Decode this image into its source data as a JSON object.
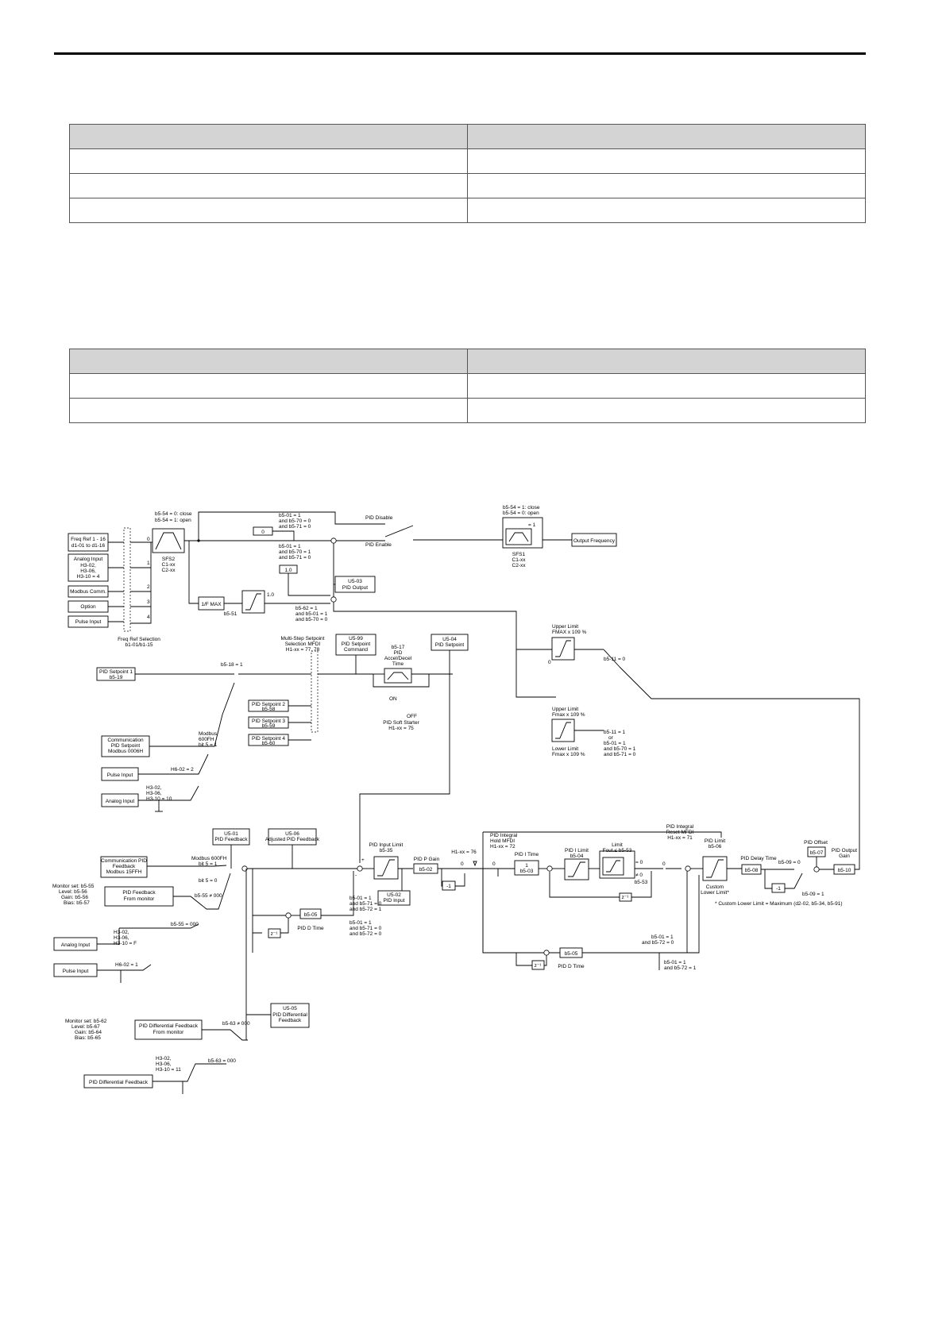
{
  "tables": [
    {
      "rows": [
        [
          "",
          ""
        ],
        [
          "",
          ""
        ],
        [
          "",
          ""
        ],
        [
          "",
          ""
        ]
      ]
    },
    {
      "rows": [
        [
          "",
          ""
        ],
        [
          "",
          ""
        ],
        [
          "",
          ""
        ]
      ]
    }
  ],
  "diagram": {
    "labels": {
      "freq_ref": "Freq Ref 1 - 16",
      "freq_ref_sub": "d1-01 to d1-16",
      "analog_input_1": "Analog Input",
      "analog_input_1_sub1": "H3-02,",
      "analog_input_1_sub2": "H3-06,",
      "analog_input_1_sub3": "H3-10 = 4",
      "modbus_comm": "Modbus Comm.",
      "option": "Option",
      "pulse_input_1": "Pulse Input",
      "freq_ref_selection": "Freq Ref Selection",
      "freq_ref_selection_sub": "b1-01/b1-15",
      "b5_54_a1": "b5-54 = 0: close",
      "b5_54_a2": "b5-54 = 1: open",
      "sfs2": "SFS2",
      "sfs2_sub1": "C1-xx",
      "sfs2_sub2": "C2-xx",
      "const_0": "0",
      "cond_a1": "b5-01 = 1",
      "cond_a2": "and b5-70 = 0",
      "cond_a3": "and b5-71 = 0",
      "cond_b1": "b5-01 = 1",
      "cond_b2": "and b5-70 = 1",
      "cond_b3": "and b5-71 = 0",
      "pid_disable": "PID Disable",
      "pid_enable": "PID Enable",
      "b5_54_b1": "b5-54 = 1: close",
      "b5_54_b2": "b5-54 = 0: open",
      "eq1": "= 1",
      "sfs1": "SFS1",
      "sfs1_sub1": "C1-xx",
      "sfs1_sub2": "C2-xx",
      "output_frequency": "Output Frequency",
      "const_1_0": "1.0",
      "u5_03": "U5-03",
      "u5_03_sub": "PID Output",
      "one_over_fmax": "1/F MAX",
      "b5_51": "b5-51",
      "limit_1_0": "1.0",
      "cond_c1": "b5-62 = 1",
      "cond_c2": "and b5-01 = 1",
      "cond_c3": "and b5-70 = 0",
      "upper_limit_1": "Upper Limit",
      "upper_limit_1_sub": "FMAX x 109 %",
      "zero_1": "0",
      "b5_11_0": "b5-11 = 0",
      "upper_limit_2": "Upper Limit",
      "upper_limit_2_sub": "Fmax x 109 %",
      "lower_limit_2": "Lower Limit",
      "lower_limit_2_sub": "Fmax x 109 %",
      "cond_d1": "b5-11 = 1",
      "cond_d2": "or",
      "cond_d3": "b5-01 = 1",
      "cond_d4": "and b5-70 = 1",
      "cond_d5": "and b5-71 = 0",
      "multistep_1": "Multi-Step Setpoint",
      "multistep_2": "Selection MFDI",
      "multistep_3": "H1-xx = 77, 78",
      "u5_99": "U5-99",
      "u5_99_sub1": "PID Setpoint",
      "u5_99_sub2": "Command",
      "b5_17": "b5-17",
      "b5_17_sub1": "PID",
      "b5_17_sub2": "Accel/Decel",
      "b5_17_sub3": "Time",
      "u5_04": "U5-04",
      "u5_04_sub": "PID Setpoint",
      "pid_setpoint_1": "PID Setpoint 1",
      "pid_setpoint_1_sub": "b5-19",
      "b5_18": "b5-18 = 1",
      "pid_setpoint_2": "PID Setpoint 2",
      "pid_setpoint_2_sub": "b5-58",
      "pid_setpoint_3": "PID Setpoint 3",
      "pid_setpoint_3_sub": "b5-59",
      "pid_setpoint_4": "PID Setpoint 4",
      "pid_setpoint_4_sub": "b5-60",
      "on": "ON",
      "off": "OFF",
      "soft_starter": "PID Soft Starter",
      "soft_starter_sub": "H1-xx = 75",
      "comm_sp_1": "Communication",
      "comm_sp_2": "PID Setpoint",
      "comm_sp_3": "Modbus 0006H",
      "modbus_600": "Modbus",
      "modbus_600_b": "600FH",
      "modbus_600_c": "bit 5 = 1",
      "pulse_input_2": "Pulse Input",
      "h6_02_2": "H6-02 = 2",
      "analog_input_2": "Analog Input",
      "h3_a1": "H3-02,",
      "h3_a2": "H3-06,",
      "h3_a3": "H3-10 = 10",
      "u5_01": "U5-01",
      "u5_01_sub": "PID Feedback",
      "u5_06": "U5-06",
      "u5_06_sub": "Adjusted PID Feedback",
      "comm_fb_1": "Communication PID",
      "comm_fb_2": "Feedback",
      "comm_fb_3": "Modbus 15FFH",
      "modbus_600_fb1": "Modbus  600FH",
      "modbus_600_fb2": "bit 5 = 1",
      "bit5_0": "bit 5 = 0",
      "mon_set_1": "Monitor set: b5-55",
      "mon_set_2": "Level: b5-56",
      "mon_set_3": "Gain: b5-56",
      "mon_set_4": "Bias: b5-57",
      "pid_fb_mon": "PID Feedback",
      "pid_fb_mon_sub": "From monitor",
      "b5_55_ne": "b5-55 ≠ 000",
      "b5_55_eq": "b5-55 = 000",
      "h3_b1": "H3-02,",
      "h3_b2": "H3-06,",
      "h3_b3": "H3-10 = F",
      "analog_input_3": "Analog Input",
      "pulse_input_3": "Pulse Input",
      "h6_02_1": "H6-02 = 1",
      "z_inv_1": "z⁻¹",
      "b5_05_a": "b5-05",
      "pid_d_time_a": "PID D Time",
      "cond_e1": "b5-01 = 1",
      "cond_e2": "and b5-71 = 0",
      "cond_e3": "and b5-72 = 1",
      "cond_f1": "b5-01 = 1",
      "cond_f2": "and b5-71 = 0",
      "cond_f3": "and b5-72 = 0",
      "pid_input_limit": "PID Input Limit",
      "b5_35": "b5-35",
      "u5_02": "U5-02",
      "u5_02_sub": "PID Input",
      "pid_p_gain": "PID P Gain",
      "b5_02": "b5-02",
      "neg1_a": "-1",
      "h1_76": "H1-xx = 76",
      "pid_int_hold_1": "PID Integral",
      "pid_int_hold_2": "Hold MFDI",
      "pid_int_hold_3": "H1-xx = 72",
      "pid_i_time": "PID I Time",
      "one_over": "1",
      "b5_03": "b5-03",
      "pid_i_limit": "PID I Limit",
      "b5_04": "b5-04",
      "limit_fout_1": "Limit",
      "limit_fout_2": "Fout.≤ b5-53",
      "eq0": "= 0",
      "ne0": "≠ 0",
      "b5_53": "b5-53",
      "z_inv_2": "z⁻¹",
      "pid_int_reset_1": "PID Integral",
      "pid_int_reset_2": "Reset MFDI",
      "pid_int_reset_3": "H1-xx = 71",
      "pid_limit": "PID Limit",
      "b5_06": "b5-06",
      "custom_ll_1": "Custom",
      "custom_ll_2": "Lower Limit*",
      "pid_delay": "PID Delay Time",
      "b5_08": "b5-08",
      "b5_09_0": "b5-09 = 0",
      "neg1_b": "-1",
      "b5_09_1": "b5-09 = 1",
      "pid_offset": "PID Offset",
      "b5_07": "b5-07",
      "pid_out_gain_1": "PID Output",
      "pid_out_gain_2": "Gain",
      "b5_10": "b5-10",
      "custom_note": "* Custom Lower Limit = Maximum (d2-02, b5-34, b5-91)",
      "z_inv_3": "z⁻¹",
      "b5_05_b": "b5-05",
      "pid_d_time_b": "PID D Time",
      "cond_g1": "b5-01 = 1",
      "cond_g2": "and b5-72 = 0",
      "cond_h1": "b5-01 = 1",
      "cond_h2": "and b5-72 = 1",
      "b5_63_ne": "b5-63 ≠ 000",
      "mon_set_5": "Monitor set: b5-62",
      "mon_set_6": "Level: b5-67",
      "mon_set_7": "Gain: b5-64",
      "mon_set_8": "Bias: b5-65",
      "pid_diff_fb_mon": "PID Differential Feedback",
      "pid_diff_fb_mon_sub": "From monitor",
      "u5_05": "U5-05",
      "u5_05_sub1": "PID Differential",
      "u5_05_sub2": "Feedback",
      "h3_c1": "H3-02,",
      "h3_c2": "H3-06,",
      "h3_c3": "H3-10 = 11",
      "b5_63_eq": "b5-63 = 000",
      "pid_diff_fb": "PID Differential Feedback",
      "n0": "0",
      "n1": "1",
      "n2": "2",
      "n3": "3",
      "n4": "4",
      "p1": "+",
      "p2": "+",
      "m1": "-",
      "p3": "+",
      "m2": "-"
    }
  }
}
